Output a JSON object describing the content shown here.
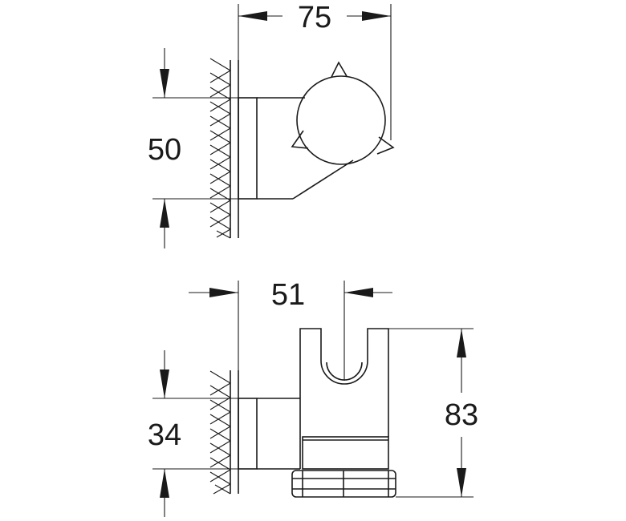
{
  "top_view": {
    "width_dim": "75",
    "height_dim": "50"
  },
  "front_view": {
    "offset_dim": "51",
    "height_dim": "34",
    "total_height_dim": "83"
  }
}
